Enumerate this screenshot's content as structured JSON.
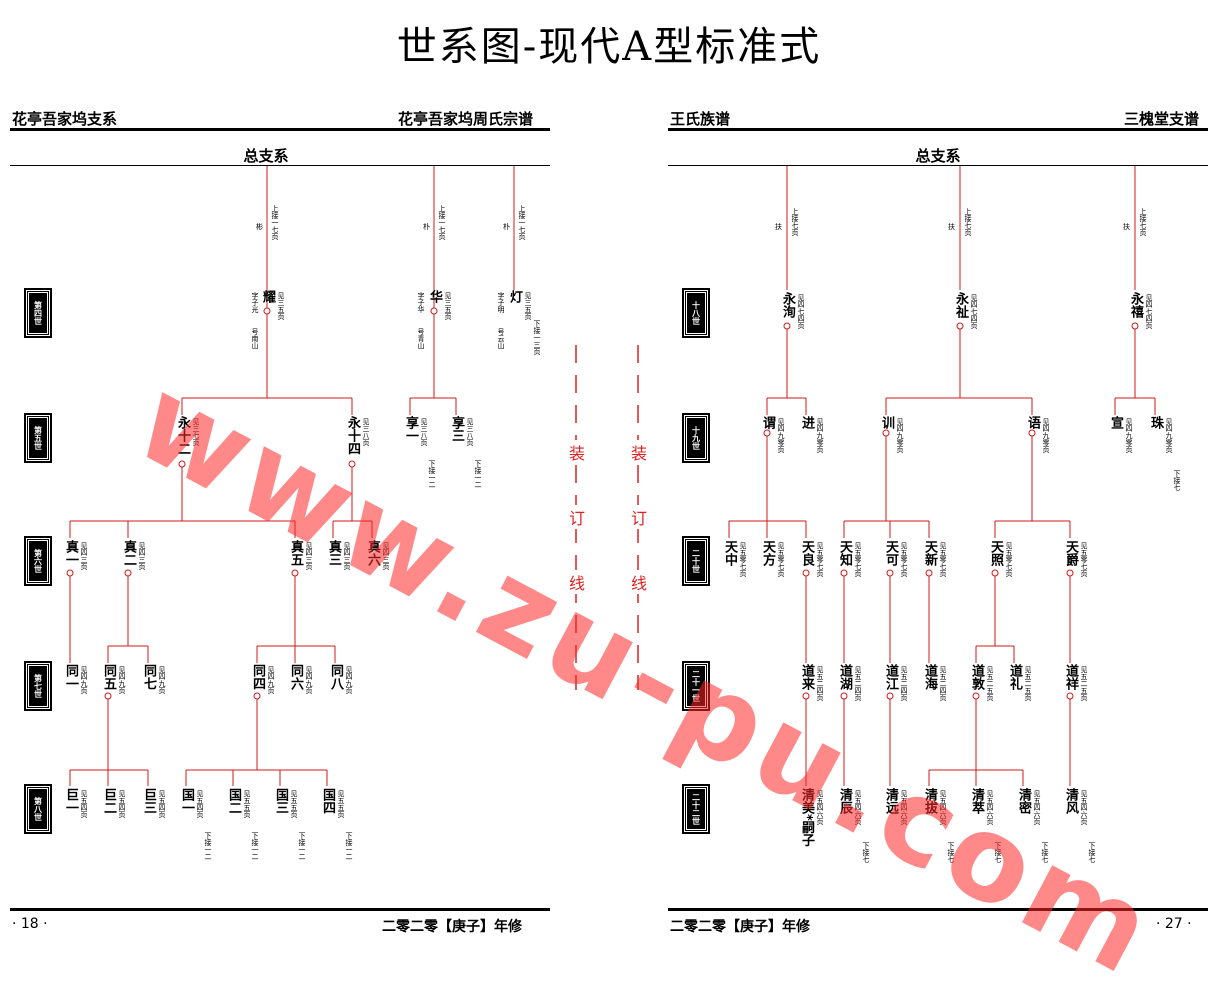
{
  "title": "世系图-现代A型标准式",
  "left": {
    "header_left": "花亭吾家坞支系",
    "header_right": "花亭吾家坞周氏宗谱",
    "section": "总支系",
    "footer_page": "· 18 ·",
    "footer_right": "二零二零【庚子】年修"
  },
  "right": {
    "header_left": "王氏族谱",
    "header_right": "三槐堂支谱",
    "section": "总支系",
    "footer_left": "二零二零【庚子】年修",
    "footer_page": "· 27 ·"
  },
  "binding": {
    "chars": [
      "装",
      "订",
      "线"
    ]
  },
  "watermark": "www.zu-pu.com",
  "left_gens": [
    "第四世",
    "第五世",
    "第六世",
    "第七世",
    "第八世"
  ],
  "right_gens": [
    "十八世",
    "十九世",
    "二十世",
    "二十一世",
    "二十二世"
  ],
  "L": {
    "g4a": {
      "mark": "彬",
      "up": "上接一七页",
      "name": "耀",
      "see": "见三五页",
      "zi": "字子光",
      "hao": "号南山"
    },
    "g4b": {
      "mark": "朴",
      "up": "上接一七页",
      "name": "华",
      "see": "见三五页",
      "zi": "字子华",
      "hao": "号青山"
    },
    "g4c": {
      "mark": "朴",
      "up": "上接一七页",
      "name": "灯",
      "see": "见三五页",
      "next": "下接一三页",
      "zi": "字子明",
      "hao": "号云山"
    },
    "g5a": {
      "name": "永十二",
      "see": "见三七页"
    },
    "g5b": {
      "name": "永十四",
      "see": "见三八页"
    },
    "g5c": {
      "name": "享一",
      "see": "见三八页",
      "next": "下接一二"
    },
    "g5d": {
      "name": "享三",
      "see": "见三八页",
      "next": "下接一二"
    },
    "g6a": {
      "name": "真一",
      "see": "见四三页"
    },
    "g6b": {
      "name": "真二",
      "see": "见四三页"
    },
    "g6c": {
      "name": "真五",
      "see": "见四三页"
    },
    "g6d": {
      "name": "真三",
      "see": "见四三页"
    },
    "g6e": {
      "name": "真六",
      "see": "见四三页"
    },
    "g7a": {
      "name": "同一",
      "see": "见四九页"
    },
    "g7b": {
      "name": "同五",
      "see": "见四九页"
    },
    "g7c": {
      "name": "同七",
      "see": "见四九页"
    },
    "g7d": {
      "name": "同四",
      "see": "见四九页"
    },
    "g7e": {
      "name": "同六",
      "see": "见四九页"
    },
    "g7f": {
      "name": "同八",
      "see": "见四九页"
    },
    "g8a": {
      "name": "巨一",
      "see": "见五四页"
    },
    "g8b": {
      "name": "巨二",
      "see": "见五四页"
    },
    "g8c": {
      "name": "巨三",
      "see": "见五四页"
    },
    "g8d": {
      "name": "国一",
      "see": "见五四页",
      "next": "下接一二"
    },
    "g8e": {
      "name": "国二",
      "see": "见五五页",
      "next": "下接一二"
    },
    "g8f": {
      "name": "国三",
      "see": "见五五页",
      "next": "下接一二"
    },
    "g8g": {
      "name": "国四",
      "see": "见五五页",
      "next": "下接一二"
    }
  },
  "R": {
    "g18a": {
      "mark": "扶",
      "up": "上接七页",
      "name": "永洵",
      "see": "见四七四页"
    },
    "g18b": {
      "mark": "扶",
      "up": "上接七页",
      "name": "永祉",
      "see": "见四七四页"
    },
    "g18c": {
      "mark": "扶",
      "up": "上接七页",
      "name": "永禧",
      "see": "见四七四页"
    },
    "g19a": {
      "name": "谓",
      "see": "见四九零页"
    },
    "g19b": {
      "name": "进",
      "see": "见四九零页"
    },
    "g19c": {
      "name": "训",
      "see": "见四九零页"
    },
    "g19d": {
      "name": "语",
      "see": "见四九零页"
    },
    "g19e": {
      "name": "宣",
      "see": "见四九零页"
    },
    "g19f": {
      "name": "珠",
      "see": "见四九零页",
      "next": "下接七"
    },
    "g20a": {
      "name": "天中",
      "see": "见五零七页"
    },
    "g20b": {
      "name": "天方",
      "see": "见五零七页"
    },
    "g20c": {
      "name": "天良",
      "see": "见五零七页"
    },
    "g20d": {
      "name": "天知",
      "see": "见五零七页"
    },
    "g20e": {
      "name": "天可",
      "see": "见五零七页"
    },
    "g20f": {
      "name": "天新",
      "see": "见五零七页"
    },
    "g20g": {
      "name": "天照",
      "see": "见五零七页"
    },
    "g20h": {
      "name": "天爵",
      "see": "见五零七页"
    },
    "g21a": {
      "name": "道来",
      "see": "见五二四页"
    },
    "g21b": {
      "name": "道湖",
      "see": "见五二四页"
    },
    "g21c": {
      "name": "道江",
      "see": "见五二四页"
    },
    "g21d": {
      "name": "道海",
      "see": "见五二四页"
    },
    "g21e": {
      "name": "道敦",
      "see": "见五二五页"
    },
    "g21f": {
      "name": "道礼",
      "see": "见五二五页"
    },
    "g21g": {
      "name": "道祥",
      "see": "见五二五页"
    },
    "g22a": {
      "name": "清美*嗣子",
      "see": "见五四六页"
    },
    "g22b": {
      "name": "清辰",
      "see": "见五四六页",
      "next": "下接七"
    },
    "g22c": {
      "name": "清远",
      "see": "见五四六页"
    },
    "g22d": {
      "name": "清拔",
      "see": "见五四六页",
      "next": "下接七"
    },
    "g22e": {
      "name": "清萃",
      "see": "见五四六页",
      "next": "下接七"
    },
    "g22f": {
      "name": "清密",
      "see": "见五四六页",
      "next": "下接七"
    },
    "g22g": {
      "name": "清风",
      "see": "见五四六页",
      "next": "下接七"
    }
  }
}
